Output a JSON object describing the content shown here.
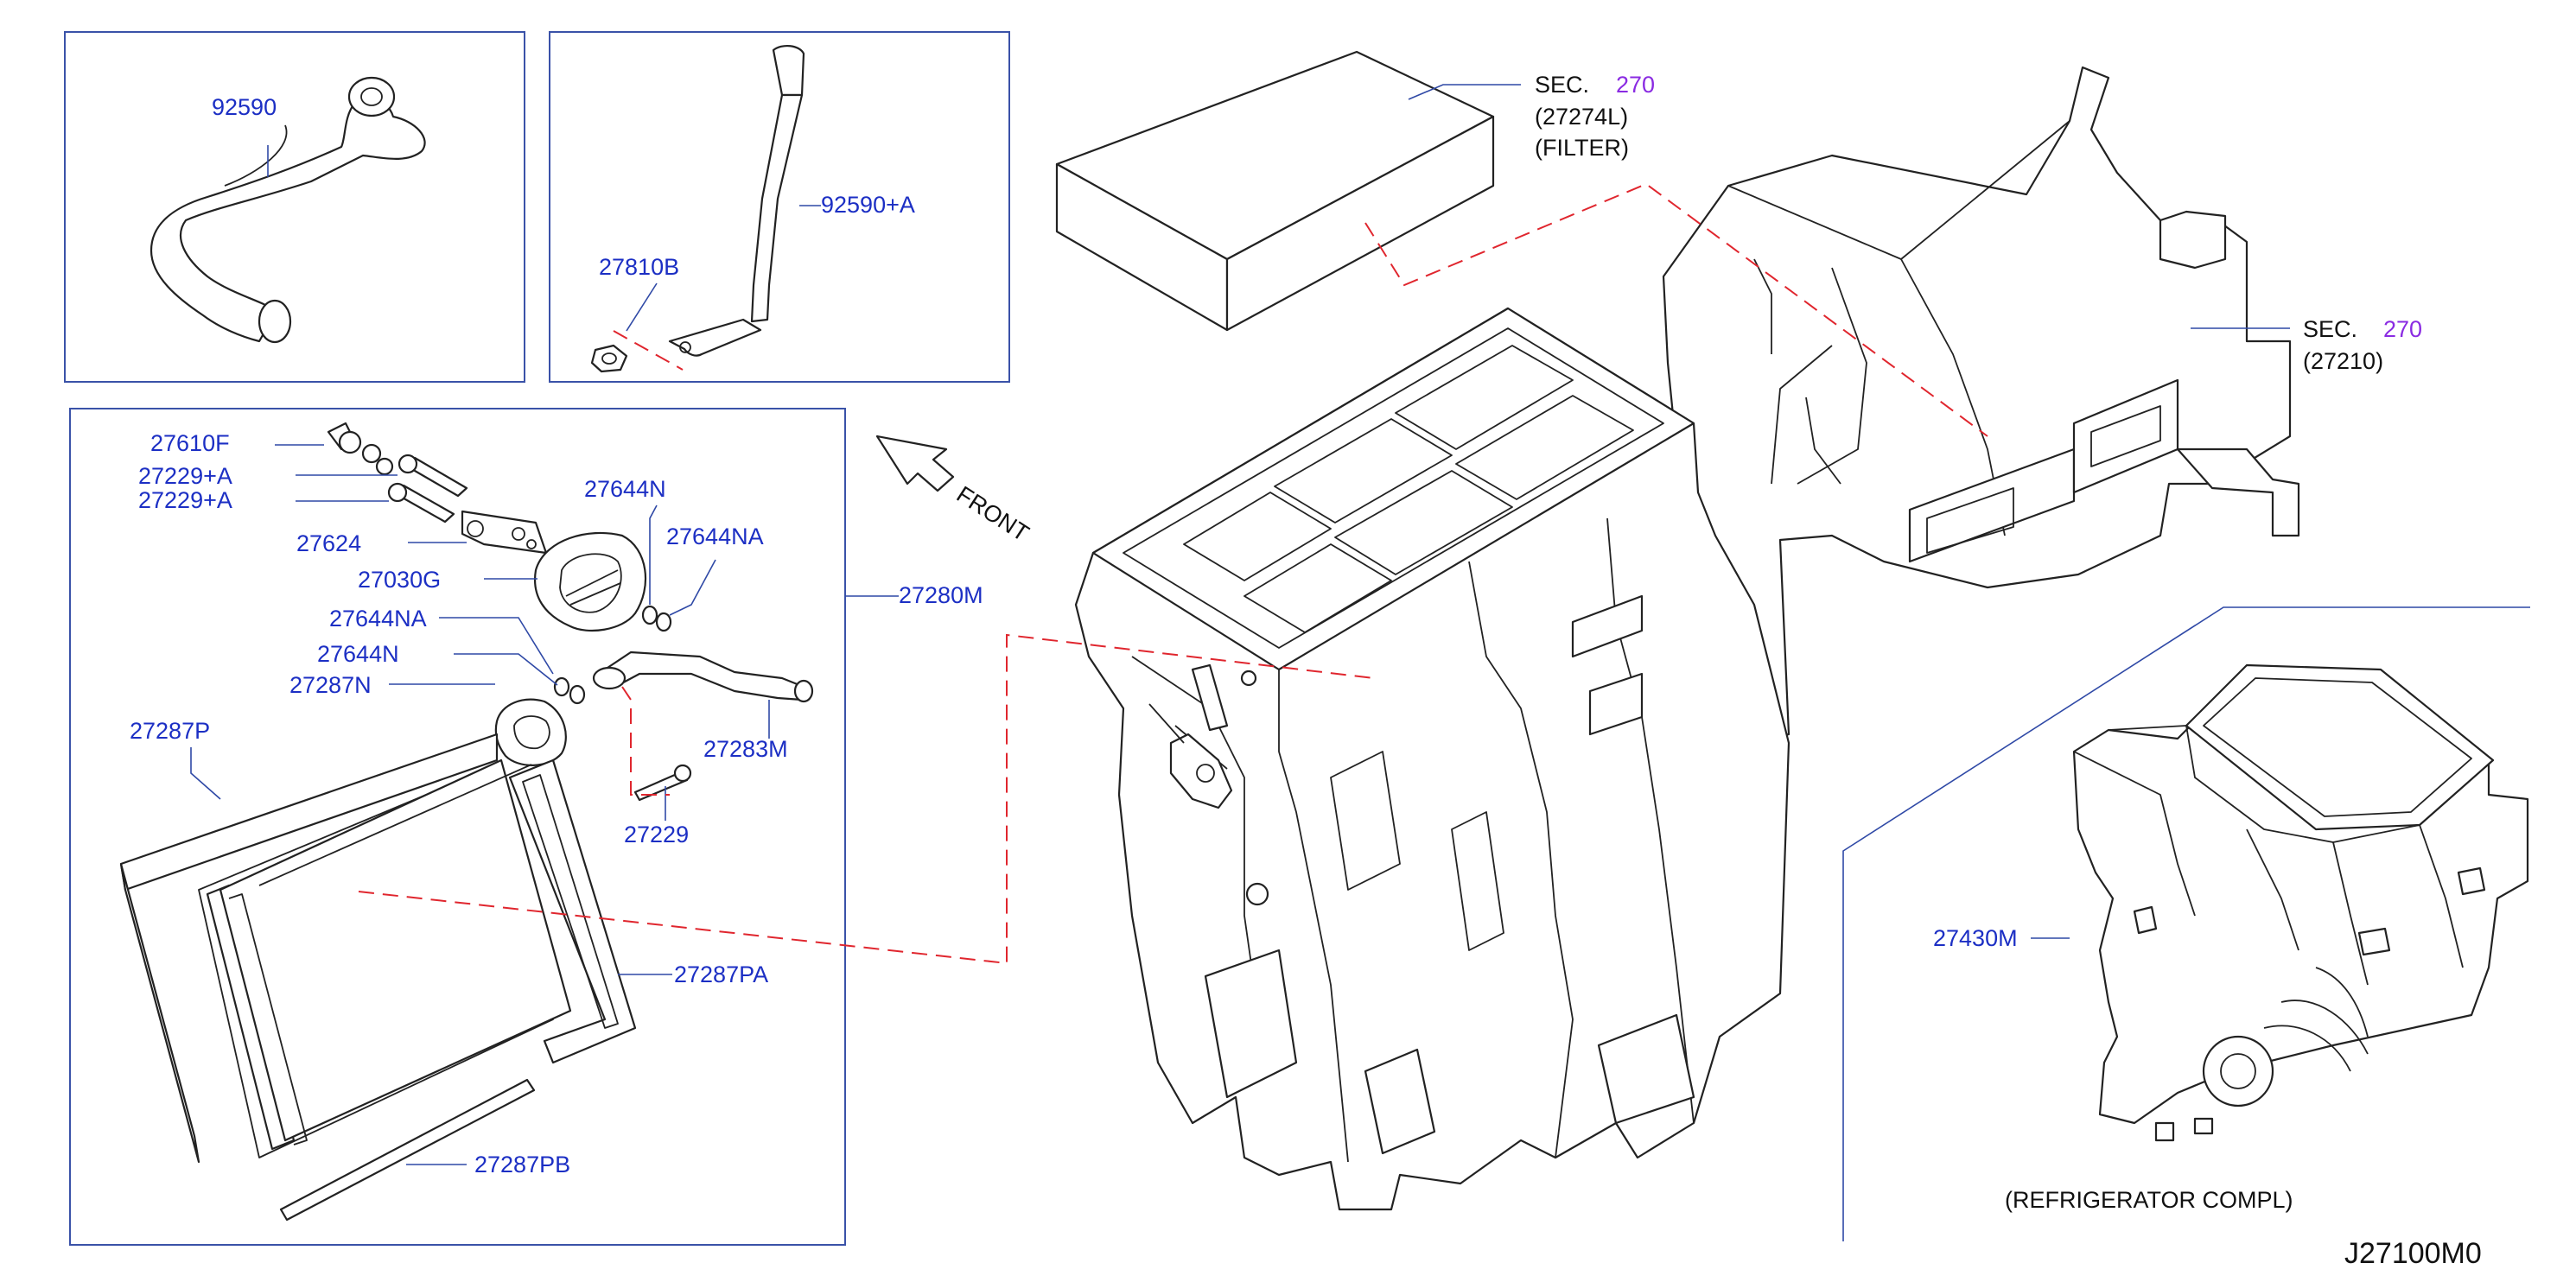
{
  "labels": {
    "p92590": "92590",
    "p92590A": "92590+A",
    "p27810B": "27810B",
    "sec270_a": "SEC.",
    "sec270_a_num": "270",
    "filter_pn": "(27274L)",
    "filter_name": "(FILTER)",
    "sec270_b": "SEC.",
    "sec270_b_num": "270",
    "unit_pn": "(27210)",
    "p27610F": "27610F",
    "p27229A_1": "27229+A",
    "p27229A_2": "27229+A",
    "p27624": "27624",
    "p27030G": "27030G",
    "p27644N_1": "27644N",
    "p27644NA_1": "27644NA",
    "p27644NA_2": "27644NA",
    "p27644N_2": "27644N",
    "p27287N": "27287N",
    "p27280M": "27280M",
    "p27287P": "27287P",
    "p27283M": "27283M",
    "p27229": "27229",
    "p27287PA": "27287PA",
    "p27287PB": "27287PB",
    "front": "FRONT",
    "p27430M": "27430M",
    "refrigerator": "(REFRIGERATOR   COMPL)",
    "diagram_code": "J27100M0"
  },
  "colors": {
    "part_number": "#1c2fc4",
    "section_ref": "#8a2be2",
    "leader": "#2f49a6",
    "dashed_reference": "#e0262e",
    "outline": "#222222"
  }
}
